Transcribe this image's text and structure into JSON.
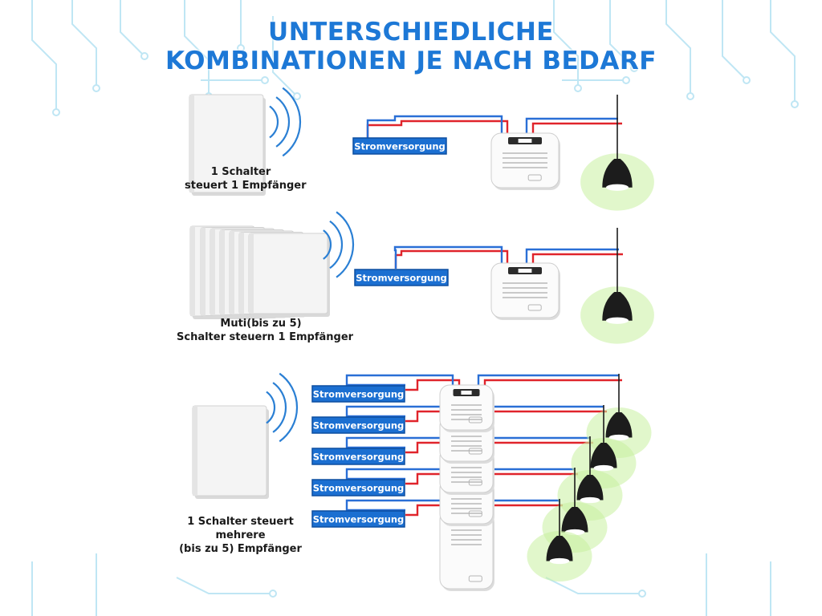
{
  "title": {
    "line1": "UNTERSCHIEDLICHE",
    "line2": "KOMBINATIONEN JE NACH BEDARF"
  },
  "sections": [
    {
      "caption": [
        "1 Schalter",
        "steuert 1 Empfänger"
      ],
      "power_labels": [
        "Stromversorgung"
      ]
    },
    {
      "caption": [
        "Muti(bis zu 5)",
        "Schalter steuern 1 Empfänger"
      ],
      "power_labels": [
        "Stromversorgung"
      ]
    },
    {
      "caption": [
        "1 Schalter steuert",
        "mehrere",
        "(bis zu 5) Empfänger"
      ],
      "power_labels": [
        "Stromversorgung",
        "Stromversorgung",
        "Stromversorgung",
        "Stromversorgung",
        "Stromversorgung"
      ]
    }
  ],
  "colors": {
    "title": "#1d78d6",
    "label_bg": "#1b6fd1",
    "wire_red": "#e0242b",
    "wire_blue": "#2a6fd6",
    "circuit": "#bfe6f4",
    "lamp": "#1c1c1c",
    "glow": "#c8f0a0"
  },
  "icons": [
    "wall-switch-icon",
    "wireless-signal-icon",
    "receiver-module-icon",
    "pendant-lamp-icon"
  ]
}
